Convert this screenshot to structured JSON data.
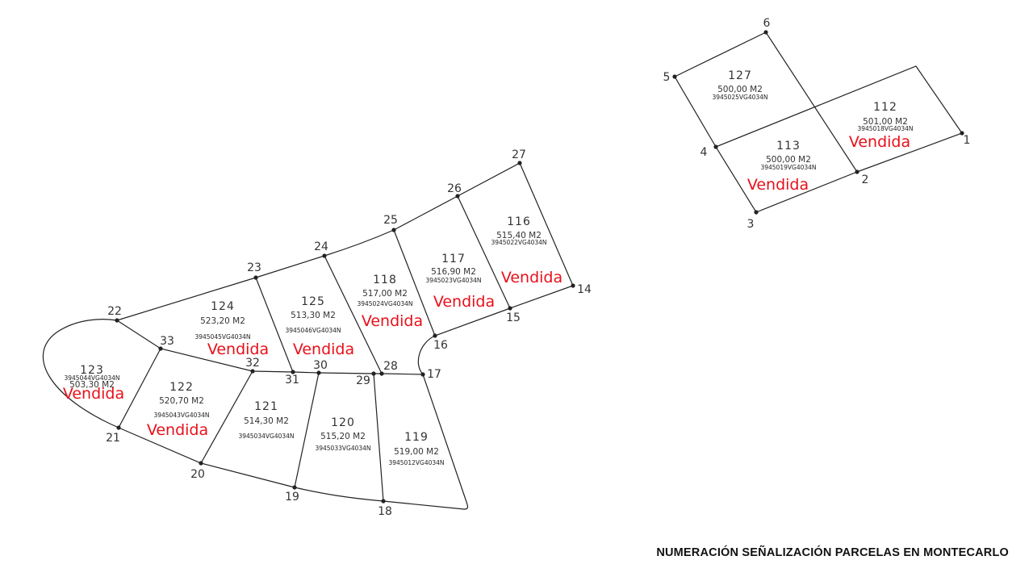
{
  "title": "NUMERACIÓN SEÑALIZACIÓN PARCELAS EN MONTECARLO",
  "colors": {
    "sold": "#e8101a",
    "lines": "#222222"
  },
  "points": [
    "1",
    "2",
    "3",
    "4",
    "5",
    "6",
    "14",
    "15",
    "16",
    "17",
    "18",
    "19",
    "20",
    "21",
    "22",
    "23",
    "24",
    "25",
    "26",
    "27",
    "28",
    "29",
    "30",
    "31",
    "32",
    "33"
  ],
  "parcels": [
    {
      "number": "127",
      "area": "500,00 M2",
      "ref": "3945025VG4034N",
      "status": ""
    },
    {
      "number": "113",
      "area": "500,00 M2",
      "ref": "3945019VG4034N",
      "status": "Vendida"
    },
    {
      "number": "112",
      "area": "501,00 M2",
      "ref": "3945018VG4034N",
      "status": "Vendida"
    },
    {
      "number": "116",
      "area": "515,40 M2",
      "ref": "3945022VG4034N",
      "status": "Vendida"
    },
    {
      "number": "117",
      "area": "516,90 M2",
      "ref": "3945023VG4034N",
      "status": "Vendida"
    },
    {
      "number": "118",
      "area": "517,00 M2",
      "ref": "3945024VG4034N",
      "status": "Vendida"
    },
    {
      "number": "125",
      "area": "513,30 M2",
      "ref": "3945046VG4034N",
      "status": "Vendida"
    },
    {
      "number": "124",
      "area": "523,20 M2",
      "ref": "3945045VG4034N",
      "status": "Vendida"
    },
    {
      "number": "123",
      "area": "503,30 M2",
      "ref": "3945044VG4034N",
      "status": "Vendida"
    },
    {
      "number": "122",
      "area": "520,70 M2",
      "ref": "3945043VG4034N",
      "status": "Vendida"
    },
    {
      "number": "121",
      "area": "514,30 M2",
      "ref": "3945034VG4034N",
      "status": ""
    },
    {
      "number": "120",
      "area": "515,20 M2",
      "ref": "3945033VG4034N",
      "status": ""
    },
    {
      "number": "119",
      "area": "519,00 M2",
      "ref": "3945012VG4034N",
      "status": ""
    }
  ]
}
